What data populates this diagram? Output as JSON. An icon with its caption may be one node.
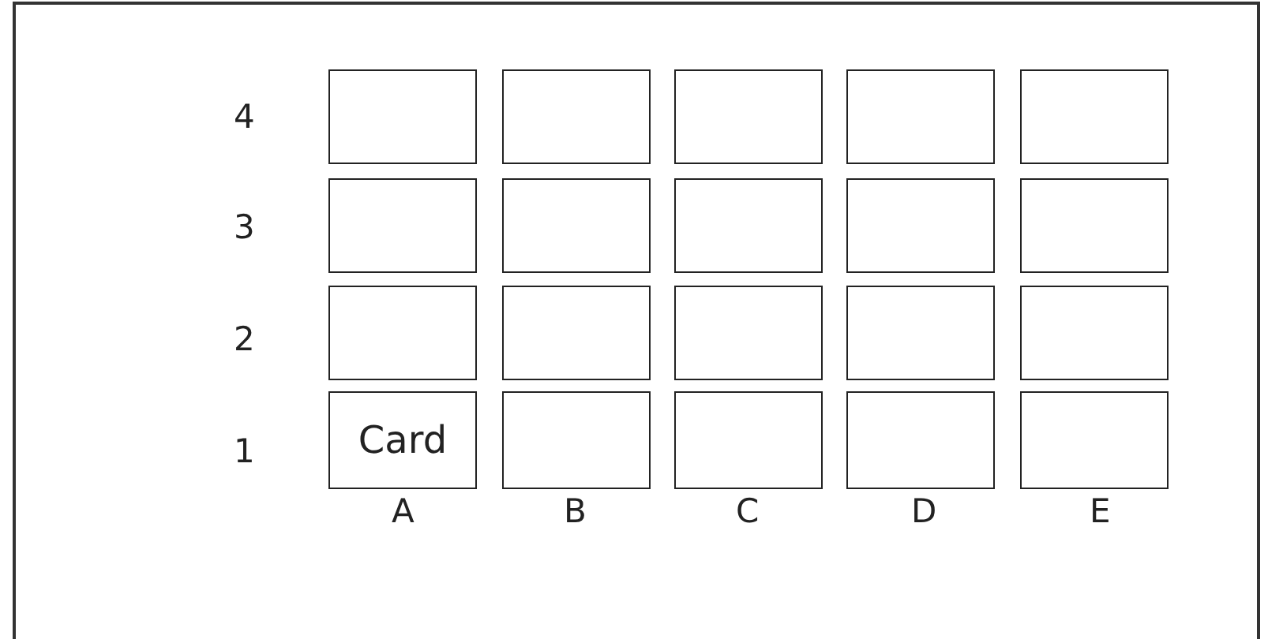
{
  "diagram": {
    "nodes": [
      {
        "text": [],
        "shape": "box"
      },
      {
        "text": [],
        "shape": "box"
      },
      {
        "text": [],
        "shape": "box"
      },
      {
        "text": [],
        "shape": "box"
      },
      {
        "text": [],
        "shape": "box"
      },
      {
        "text": [],
        "shape": "box"
      },
      {
        "text": [],
        "shape": "box"
      },
      {
        "text": [],
        "shape": "box"
      },
      {
        "text": [],
        "shape": "box"
      },
      {
        "text": [],
        "shape": "box"
      },
      {
        "text": [],
        "shape": "box"
      },
      {
        "text": [],
        "shape": "box"
      },
      {
        "text": [],
        "shape": "box"
      },
      {
        "text": [],
        "shape": "box"
      },
      {
        "text": [],
        "shape": "box"
      },
      {
        "text": [
          "Card"
        ]
      },
      {
        "text": [],
        "shape": "box"
      },
      {
        "text": [],
        "shape": "box"
      },
      {
        "text": [],
        "shape": "box"
      },
      {
        "text": [],
        "shape": "box"
      }
    ],
    "labels": [
      "4",
      "3",
      "2",
      "1",
      "A",
      "B",
      "C",
      "D",
      "E"
    ]
  }
}
